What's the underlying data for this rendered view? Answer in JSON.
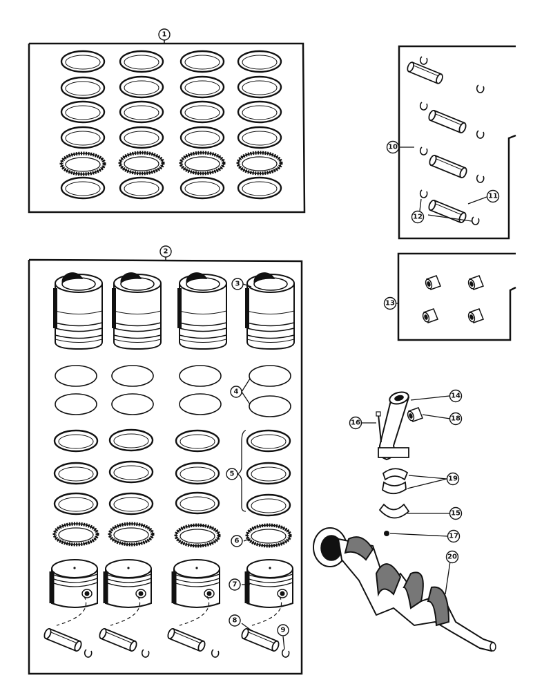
{
  "callouts": {
    "c1": "1",
    "c2": "2",
    "c3": "3",
    "c4": "4",
    "c5": "5",
    "c6": "6",
    "c7": "7",
    "c8": "8",
    "c9": "9",
    "c10": "10",
    "c11": "11",
    "c12": "12",
    "c13": "13",
    "c14": "14",
    "c15": "15",
    "c16": "16",
    "c17": "17",
    "c18": "18",
    "c19": "19",
    "c20": "20"
  },
  "colors": {
    "ink": "#111111",
    "paper": "#ffffff",
    "shade": "#555555"
  }
}
